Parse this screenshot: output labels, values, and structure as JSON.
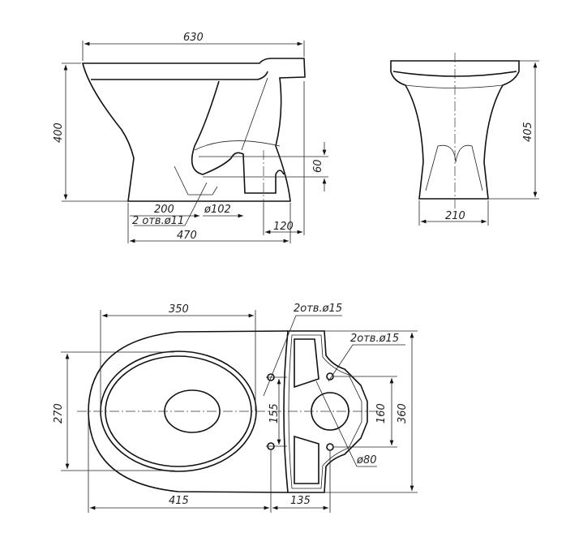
{
  "side_view": {
    "width_total": "630",
    "height": "400",
    "base_to_outlet": "200",
    "outlet_diameter": "ø102",
    "mount_holes": "2 отв.ø11",
    "base_length": "470",
    "outlet_offset": "120",
    "outlet_height": "60"
  },
  "front_view": {
    "height": "405",
    "base_width": "210"
  },
  "top_view": {
    "seat_length": "350",
    "bowl_width": "270",
    "bowl_length": "415",
    "tank_offset": "135",
    "hole_spacing_left": "155",
    "hole_spacing_right": "160",
    "total_width": "360",
    "left_holes": "2отв.ø15",
    "right_holes": "2отв.ø15",
    "inlet_diameter": "ø80"
  },
  "colors": {
    "line": "#111111",
    "background": "#ffffff"
  }
}
